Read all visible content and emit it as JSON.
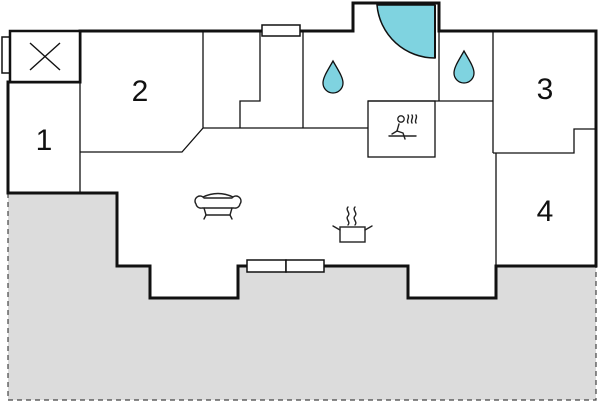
{
  "colors": {
    "wall": "#111111",
    "terrace_fill": "#dcdcdc",
    "terrace_border": "#444444",
    "water": "#7fd3e0",
    "door_swing": "#7fd3e0"
  },
  "rooms": [
    {
      "number": "1"
    },
    {
      "number": "2"
    },
    {
      "number": "3"
    },
    {
      "number": "4"
    }
  ],
  "icons": [
    "armchair-icon",
    "cooking-pot-icon",
    "water-drop-icon",
    "water-drop-icon",
    "sauna-icon",
    "chimney-cross-icon"
  ]
}
